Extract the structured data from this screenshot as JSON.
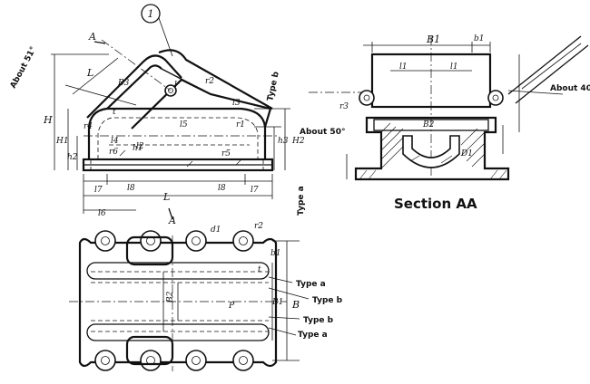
{
  "labels": {
    "circle_1": "1",
    "A_top": "A",
    "A_bottom": "A",
    "about_51": "About 51°",
    "about_50": "About 50°",
    "about_40": "About 40°",
    "type_b_top": "Type b",
    "type_a_side": "Type a",
    "section_aa": "Section AA",
    "H": "H",
    "H1": "H1",
    "H2": "H2",
    "h1": "h1",
    "h2": "h2",
    "h3": "h3",
    "L": "L",
    "L_bottom": "L",
    "l": "l",
    "l1a": "l1",
    "l1b": "l1",
    "l2": "l2",
    "l3": "l3",
    "l4": "l4",
    "l5": "l5",
    "l6": "l6",
    "l7a": "l7",
    "l7b": "l7",
    "l8a": "l8",
    "l8b": "l8",
    "B1_sec": "B1",
    "b1_sec": "b1",
    "B2_sec": "B2",
    "D1": "D1",
    "r1": "r1",
    "r2": "r2",
    "r3": "r3",
    "r4": "r4",
    "r5": "r5",
    "r6": "r6",
    "t": "t",
    "B3": "B3",
    "d1": "d1",
    "B": "B",
    "B1_plan": "B1",
    "B2_plan": "B2",
    "b1_plan": "b1",
    "P": "P",
    "type_a_1": "Type a",
    "type_b_1": "Type b",
    "type_b_2": "Type b",
    "type_a_2": "Type a"
  }
}
